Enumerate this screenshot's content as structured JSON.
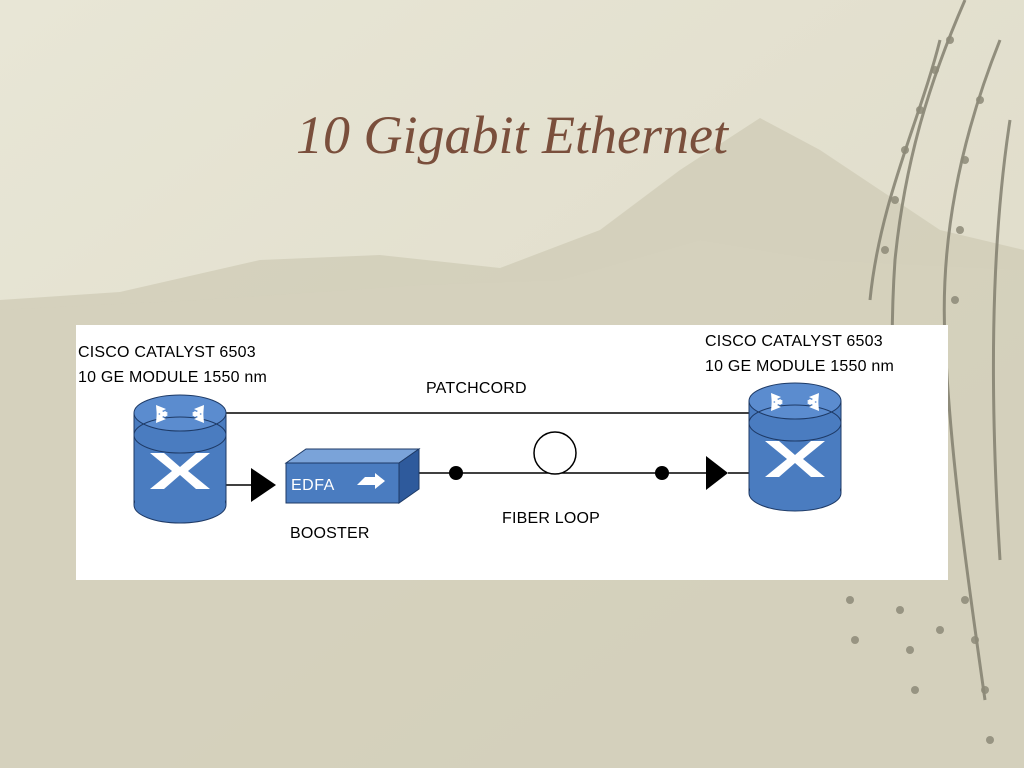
{
  "slide": {
    "title": "10 Gigabit Ethernet"
  },
  "diagram": {
    "left_device": {
      "line1": "CISCO CATALYST 6503",
      "line2": "10 GE MODULE 1550 nm"
    },
    "right_device": {
      "line1": "CISCO CATALYST 6503",
      "line2": "10 GE MODULE 1550 nm"
    },
    "patchcord_label": "PATCHCORD",
    "amplifier_label": "EDFA",
    "booster_label": "BOOSTER",
    "fiber_loop_label": "FIBER LOOP"
  },
  "colors": {
    "router_blue": "#4a7cc0",
    "title_brown": "#7a4f3c"
  }
}
